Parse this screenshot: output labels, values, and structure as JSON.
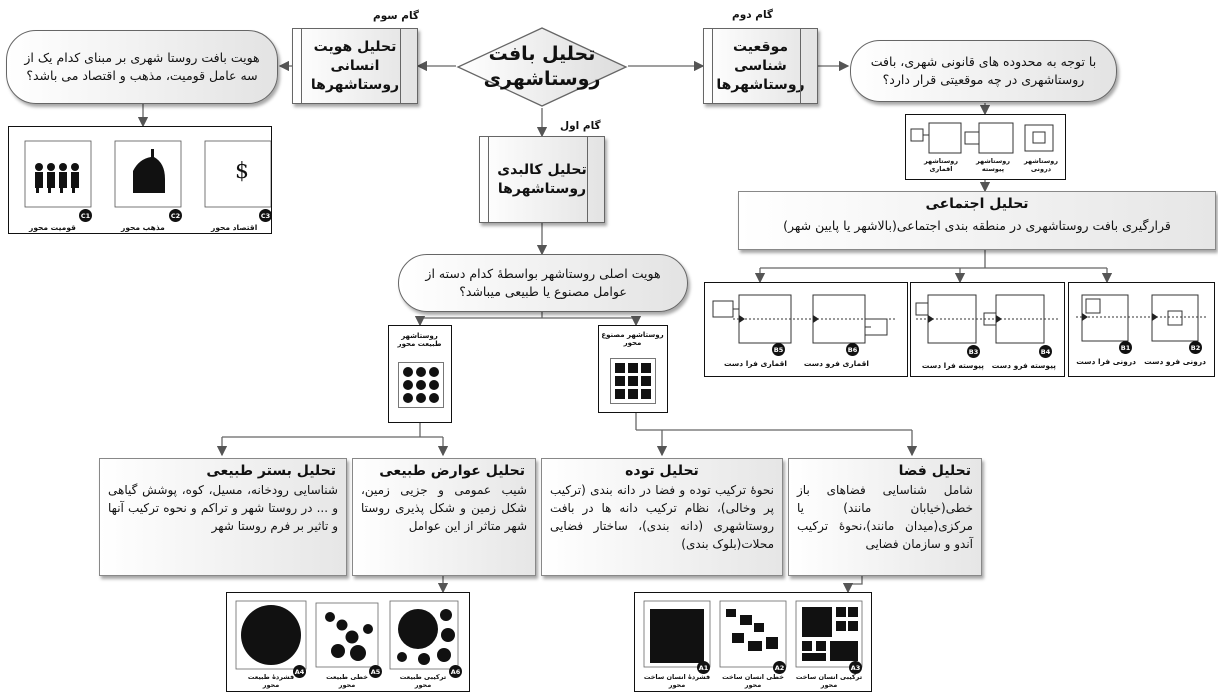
{
  "center": {
    "title": "تحلیل بافت روستاشهری"
  },
  "steps": {
    "step1": "گام اول",
    "step2": "گام دوم",
    "step3": "گام سوم"
  },
  "position": {
    "process": "موقعیت شناسی روستاشهرها",
    "question": "با توجه به محدوده های قانونی شهری، بافت روستاشهری در چه موقعیتی قرار دارد؟",
    "sketch_labels": [
      "روستاشهر درونی",
      "روستاشهر پیوسته",
      "روستاشهر اقماری"
    ]
  },
  "social": {
    "title": "تحلیل اجتماعی",
    "text": "قرارگیری بافت روستاشهری در منطقه بندی اجتماعی(بالاشهر یا پایین شهر)",
    "groups": [
      {
        "items": [
          {
            "badge": "B1",
            "label": "درونی فرا دست"
          },
          {
            "badge": "B2",
            "label": "درونی فرو دست"
          }
        ]
      },
      {
        "items": [
          {
            "badge": "B3",
            "label": "پیوسته فرا دست"
          },
          {
            "badge": "B4",
            "label": "پیوسته فرو دست"
          }
        ]
      },
      {
        "items": [
          {
            "badge": "B5",
            "label": "اقماری فرا دست"
          },
          {
            "badge": "B6",
            "label": "اقماری فرو دست"
          }
        ]
      }
    ]
  },
  "identity": {
    "process": "تحلیل هویت انسانی روستاشهرها",
    "question": "هویت بافت روستا شهری بر مبنای کدام یک از سه عامل قومیت، مذهب و اقتصاد می باشد؟",
    "items": [
      {
        "badge": "C1",
        "label": "قومیت محور"
      },
      {
        "badge": "C2",
        "label": "مذهب محور"
      },
      {
        "badge": "C3",
        "label": "اقتصاد محور"
      }
    ],
    "dollar": "$"
  },
  "physical": {
    "process": "تحلیل کالبدی روستاشهرها",
    "question": "هویت اصلی روستاشهر بواسطۀ کدام دسته از عوامل مصنوع یا طبیعی میباشد؟",
    "natural_label": "روستاشهر طبیعت محور",
    "manmade_label": "روستاشهر مصنوع محور"
  },
  "panels": {
    "space": {
      "title": "تحلیل فضا",
      "text": "شامل شناسایی فضاهای باز خطی(خیابان مانند) یا مرکزی(میدان مانند)،نحوۀ ترکیب آندو و سازمان فضایی"
    },
    "mass": {
      "title": "تحلیل توده",
      "text": "نحوۀ ترکیب توده و فضا در دانه بندی (ترکیب پر وخالی)، نظام ترکیب دانه ها در بافت روستاشهری (دانه بندی)، ساختار فضایی محلات(بلوک بندی)"
    },
    "features": {
      "title": "تحلیل عوارض طبیعی",
      "text": "شیب عمومی و جزیی زمین، شکل زمین و شکل پذیری روستا شهر متاثر از این عوامل"
    },
    "bed": {
      "title": "تحلیل بستر طبیعی",
      "text": "شناسایی رودخانه، مسیل، کوه، پوشش گیاهی و ... در روستا شهر و تراکم و نحوه ترکیب آنها و تاثیر بر فرم روستا شهر"
    }
  },
  "bottom_natural": [
    {
      "badge": "A4",
      "label": "فشردۀ طبیعت محور"
    },
    {
      "badge": "A5",
      "label": "خطی طبیعت محور"
    },
    {
      "badge": "A6",
      "label": "ترکیبی طبیعت محور"
    }
  ],
  "bottom_manmade": [
    {
      "badge": "A1",
      "label": "فشردۀ انسان ساخت محور"
    },
    {
      "badge": "A2",
      "label": "خطی انسان ساخت محور"
    },
    {
      "badge": "A3",
      "label": "ترکیبی انسان ساخت محور"
    }
  ]
}
